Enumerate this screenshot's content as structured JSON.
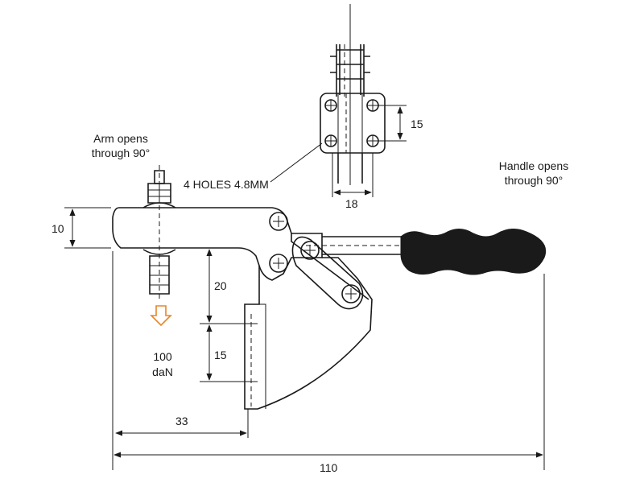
{
  "labels": {
    "arm_opens_1": "Arm opens",
    "arm_opens_2": "through 90°",
    "handle_opens_1": "Handle opens",
    "handle_opens_2": "through 90°",
    "holes": "4 HOLES 4.8MM",
    "force_1": "100",
    "force_2": "daN"
  },
  "dimensions": {
    "arm_thickness": "10",
    "upper_height": "20",
    "lower_height": "15",
    "reach": "33",
    "overall_length": "110",
    "base_width": "18",
    "hole_spacing": "15"
  },
  "colors": {
    "line": "#1a1a1a",
    "grip": "#1a1a1a",
    "force_arrow": "#e8862a",
    "background": "#ffffff"
  }
}
